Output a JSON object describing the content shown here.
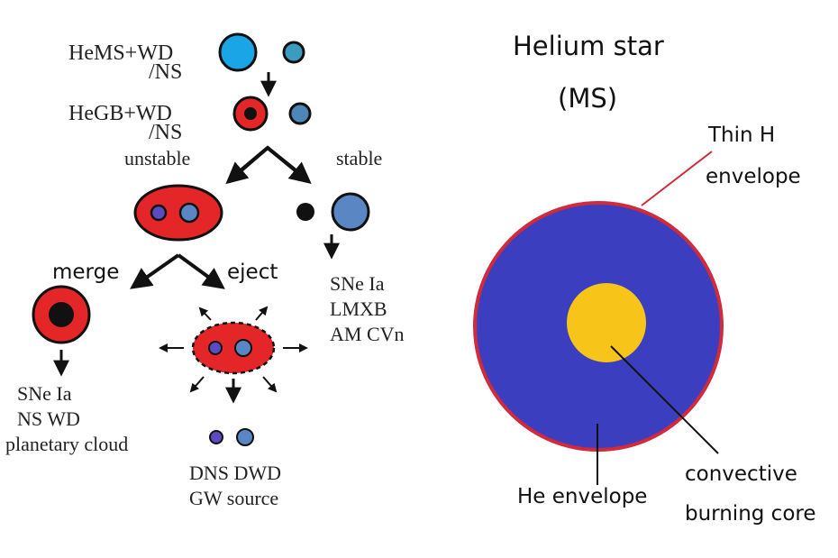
{
  "left": {
    "stage1": {
      "line1": "HeMS+WD",
      "line2": "/NS"
    },
    "stage2": {
      "line1": "HeGB+WD",
      "line2": "/NS"
    },
    "branch_unstable": "unstable",
    "branch_stable": "stable",
    "stable_outcomes": [
      "SNe Ia",
      "LMXB",
      "AM CVn"
    ],
    "branch_merge": "merge",
    "branch_eject": "eject",
    "merge_outcomes": [
      "SNe Ia",
      "NS WD",
      "planetary cloud"
    ],
    "eject_outcomes": [
      "DNS DWD",
      "GW source"
    ]
  },
  "right": {
    "title_line1": "Helium star",
    "title_line2": "(MS)",
    "label_h_env_line1": "Thin H",
    "label_h_env_line2": "envelope",
    "label_he_env": "He envelope",
    "label_core_line1": "convective",
    "label_core_line2": "burning core"
  },
  "colors": {
    "helium_ms_star": "#1aa6e6",
    "compact_companion": "#3d8fb7",
    "giant_envelope": "#e52628",
    "wd_blue": "#5b86c4",
    "ns_purple": "#5b4bc0",
    "helium_envelope": "#3b3fbf",
    "hydrogen_envelope": "#d12a3a",
    "burning_core": "#f7c41a"
  }
}
